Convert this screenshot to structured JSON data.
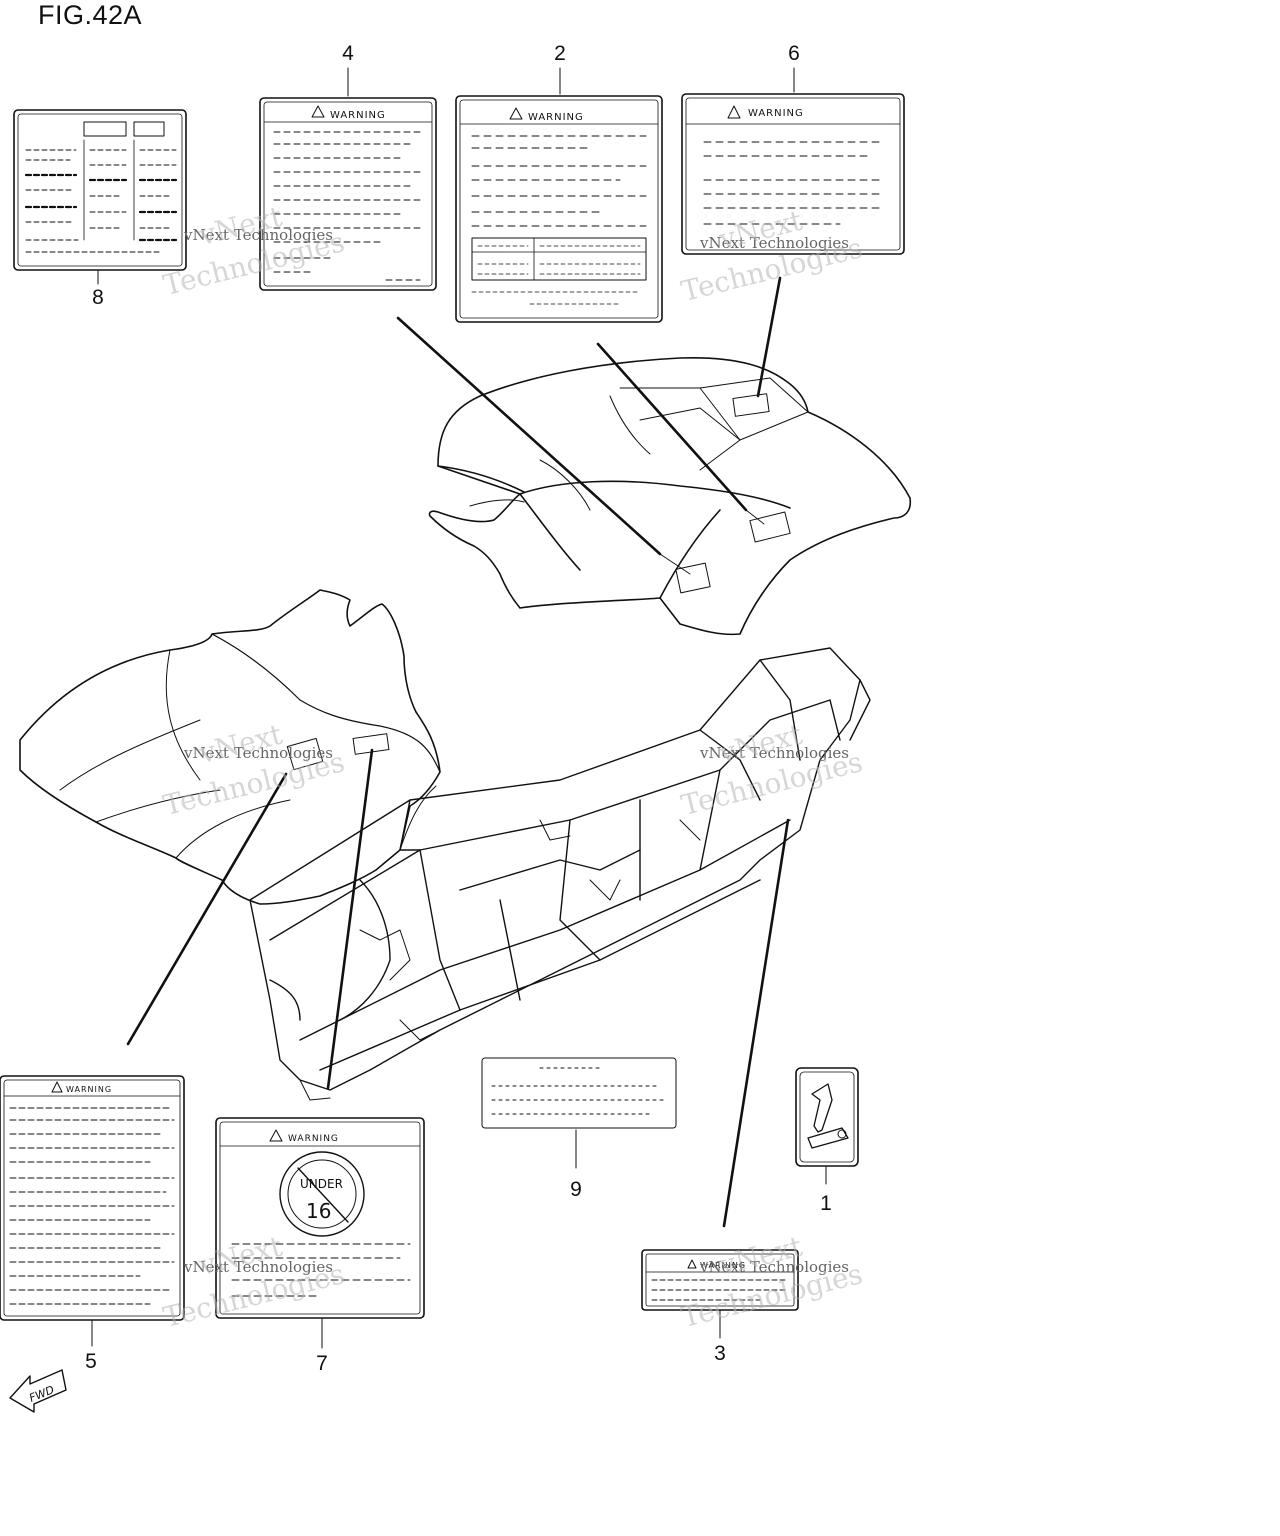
{
  "figure": {
    "title": "FIG.42A"
  },
  "callouts": [
    {
      "id": "4",
      "label": "4"
    },
    {
      "id": "2",
      "label": "2"
    },
    {
      "id": "6",
      "label": "6"
    },
    {
      "id": "8",
      "label": "8"
    },
    {
      "id": "9",
      "label": "9"
    },
    {
      "id": "1",
      "label": "1"
    },
    {
      "id": "5",
      "label": "5"
    },
    {
      "id": "7",
      "label": "7"
    },
    {
      "id": "3",
      "label": "3"
    }
  ],
  "labels": {
    "warning_text": "WARNING"
  },
  "watermark": {
    "line1": "vNext Technologies",
    "big1": "vNext",
    "big2": "Technologies"
  },
  "fwd_badge": "FWD",
  "colors": {
    "ink": "#111111",
    "watermark": "#c0c0c0",
    "background": "#ffffff"
  }
}
